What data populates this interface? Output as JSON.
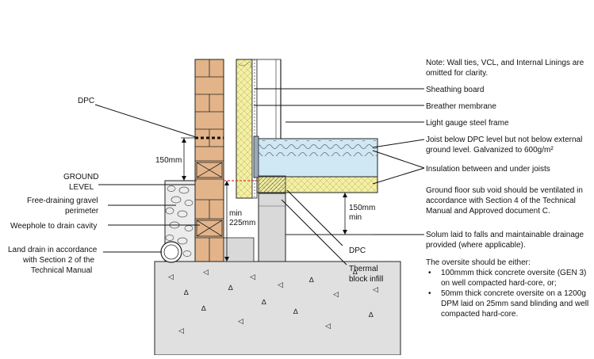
{
  "note": {
    "line1": "Note: Wall ties, VCL, and Internal Linings are",
    "line2": "omitted for clarity."
  },
  "labels_right": {
    "sheathing": "Sheathing board",
    "breather": "Breather membrane",
    "steel_frame": "Light gauge steel frame",
    "joist_line1": "Joist below DPC level but not below external",
    "joist_line2": "ground level. Galvanized to 600g/m²",
    "insulation": "Insulation between and under joists",
    "subvoid_line1": "Ground floor sub void should be ventilated in",
    "subvoid_line2": "accordance with Section 4 of the Technical",
    "subvoid_line3": "Manual and Approved document C.",
    "solum_line1": "Solum laid to falls and maintainable drainage",
    "solum_line2": "provided (where applicable).",
    "oversite_intro": "The oversite should be either:",
    "opt1_line1": "100mmm thick concrete oversite (GEN 3)",
    "opt1_line2": "on well compacted hard-core, or;",
    "opt2_line1": "50mm thick concrete oversite on a 1200g",
    "opt2_line2": "DPM laid on 25mm sand blinding and well",
    "opt2_line3": "compacted hard-core."
  },
  "labels_left": {
    "dpc": "DPC",
    "ground_line1": "GROUND",
    "ground_line2": "LEVEL",
    "gravel_line1": "Free-draining gravel",
    "gravel_line2": "perimeter",
    "weephole": "Weephole to drain cavity",
    "drain_line1": "Land drain in accordance",
    "drain_line2": "with Section 2 of the",
    "drain_line3": "Technical Manual"
  },
  "labels_center": {
    "dpc_lower": "DPC",
    "thermal_line1": "Thermal",
    "thermal_line2": "block infill"
  },
  "dimensions": {
    "d150_left": "150mm",
    "min225_line1": "min",
    "min225_line2": "225mm",
    "d150_right_line1": "150mm",
    "d150_right_line2": "min"
  },
  "colors": {
    "brick": "#e3b489",
    "insulation_yellow": "#f4f0a0",
    "insulation_blue": "#cfe8f3",
    "concrete": "#e0e0e0",
    "block": "#d9d9d9",
    "gravel": "#ececec",
    "dpc_red": "#d63b3b"
  }
}
